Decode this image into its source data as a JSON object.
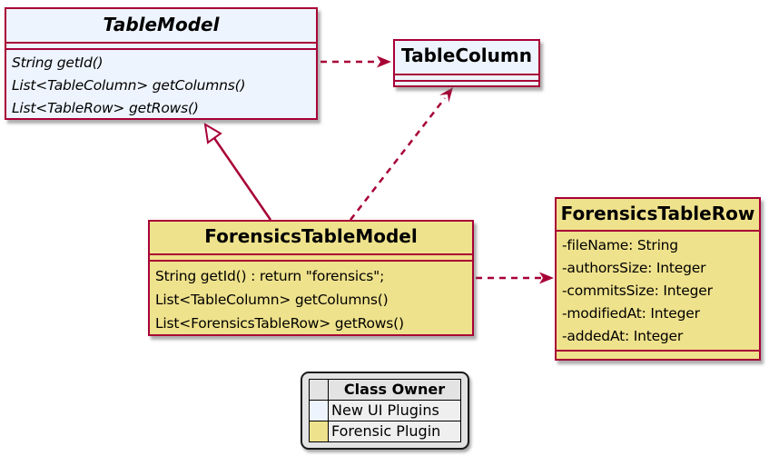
{
  "colors": {
    "line": "#A80036",
    "class_blue": "#EEF4FE",
    "class_yellow": "#EFE28C",
    "legend_bg": "#E3E3E3",
    "legend_cell": "#EFEFEF"
  },
  "diagram": {
    "classes": [
      {
        "name": "TableModel",
        "abstract": true,
        "owner": "New UI Plugins",
        "fields": [],
        "methods": [
          "String getId()",
          "List<TableColumn> getColumns()",
          "List<TableRow> getRows()"
        ]
      },
      {
        "name": "TableColumn",
        "abstract": false,
        "owner": "New UI Plugins",
        "fields": [],
        "methods": []
      },
      {
        "name": "ForensicsTableModel",
        "abstract": false,
        "owner": "Forensic Plugin",
        "fields": [],
        "methods": [
          "String getId() : return \"forensics\";",
          "List<TableColumn> getColumns()",
          "List<ForensicsTableRow> getRows()"
        ]
      },
      {
        "name": "ForensicsTableRow",
        "abstract": false,
        "owner": "Forensic Plugin",
        "fields": [
          "-fileName: String",
          "-authorsSize: Integer",
          "-commitsSize: Integer",
          "-modifiedAt: Integer",
          "-addedAt: Integer"
        ],
        "methods": []
      }
    ],
    "relations": [
      {
        "from": "TableModel",
        "to": "TableColumn",
        "line": "dashed",
        "head": "filled-arrow",
        "type": "dependency"
      },
      {
        "from": "ForensicsTableModel",
        "to": "TableModel",
        "line": "solid",
        "head": "hollow-triangle",
        "type": "extends"
      },
      {
        "from": "ForensicsTableModel",
        "to": "TableColumn",
        "line": "dashed",
        "head": "filled-arrow",
        "type": "dependency"
      },
      {
        "from": "ForensicsTableModel",
        "to": "ForensicsTableRow",
        "line": "dashed",
        "head": "filled-arrow",
        "type": "dependency"
      }
    ],
    "legend": {
      "title": "Class Owner",
      "rows": [
        {
          "label": "New UI Plugins",
          "swatch": "#EEF4FE"
        },
        {
          "label": "Forensic Plugin",
          "swatch": "#EFE28C"
        }
      ]
    }
  }
}
